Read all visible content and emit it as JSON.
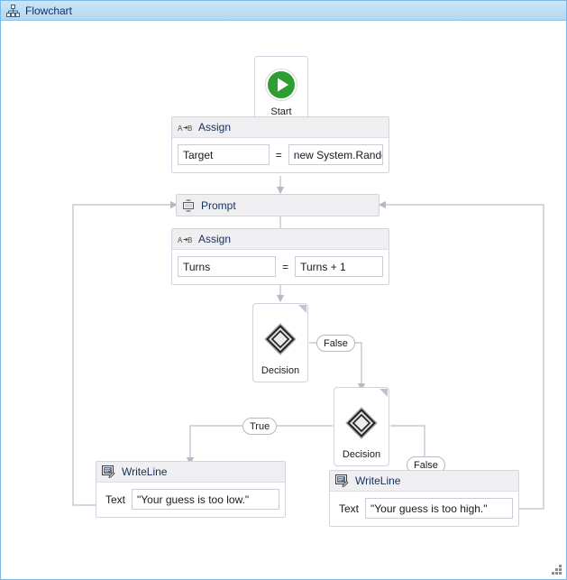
{
  "window": {
    "title": "Flowchart",
    "title_icon": "hierarchy-icon",
    "accent": "#7ab8e8",
    "titlebar_text_color": "#11306b"
  },
  "canvas": {
    "background": "#ffffff",
    "connector_color": "#c8c6d2"
  },
  "nodes": {
    "start": {
      "label": "Start",
      "icon": "play-icon",
      "icon_color": "#2e9e33"
    },
    "assign_target": {
      "title": "Assign",
      "icon": "assign-icon",
      "icon_text": "A→B",
      "left_value": "Target",
      "operator": "=",
      "right_value": "new System.Randor"
    },
    "prompt": {
      "title": "Prompt",
      "icon": "dialog-icon"
    },
    "assign_turns": {
      "title": "Assign",
      "icon": "assign-icon",
      "icon_text": "A→B",
      "left_value": "Turns",
      "operator": "=",
      "right_value": "Turns + 1"
    },
    "decision_1": {
      "label": "Decision",
      "icon": "diamond-icon"
    },
    "decision_2": {
      "label": "Decision",
      "icon": "diamond-icon"
    },
    "writeline_low": {
      "title": "WriteLine",
      "icon": "console-write-icon",
      "field_label": "Text",
      "value": "\"Your guess is too low.\""
    },
    "writeline_high": {
      "title": "WriteLine",
      "icon": "console-write-icon",
      "field_label": "Text",
      "value": "\"Your guess is too high.\""
    }
  },
  "edge_labels": {
    "decision1_false": "False",
    "decision2_true": "True",
    "decision2_false": "False"
  },
  "grip": {
    "name": "resize-grip"
  }
}
